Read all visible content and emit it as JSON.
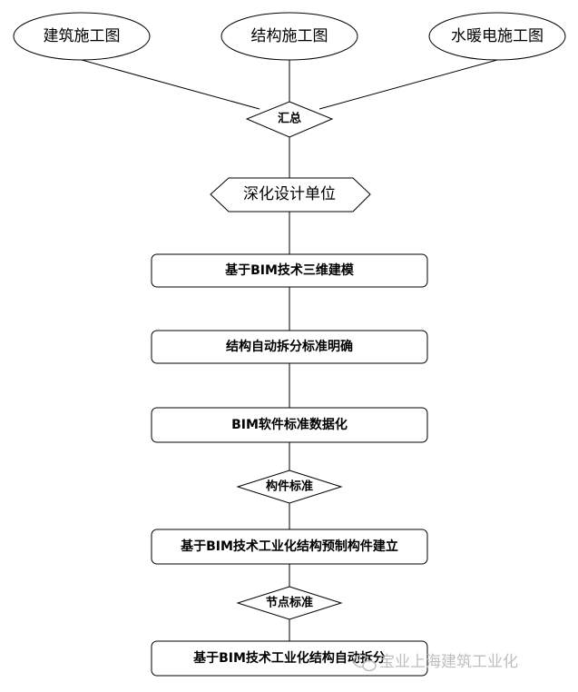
{
  "sources": {
    "architecture": "建筑施工图",
    "structure": "结构施工图",
    "mep": "水暖电施工图"
  },
  "steps": {
    "merge": "汇总",
    "deep_design": "深化设计单位",
    "bim_model": "基于BIM技术三维建模",
    "split_standard": "结构自动拆分标准明确",
    "data_standard": "BIM软件标准数据化",
    "component_std": "构件标准",
    "prefab_build": "基于BIM技术工业化结构预制构件建立",
    "node_std": "节点标准",
    "auto_split": "基于BIM技术工业化结构自动拆分"
  },
  "watermark": "宝业上海建筑工业化"
}
